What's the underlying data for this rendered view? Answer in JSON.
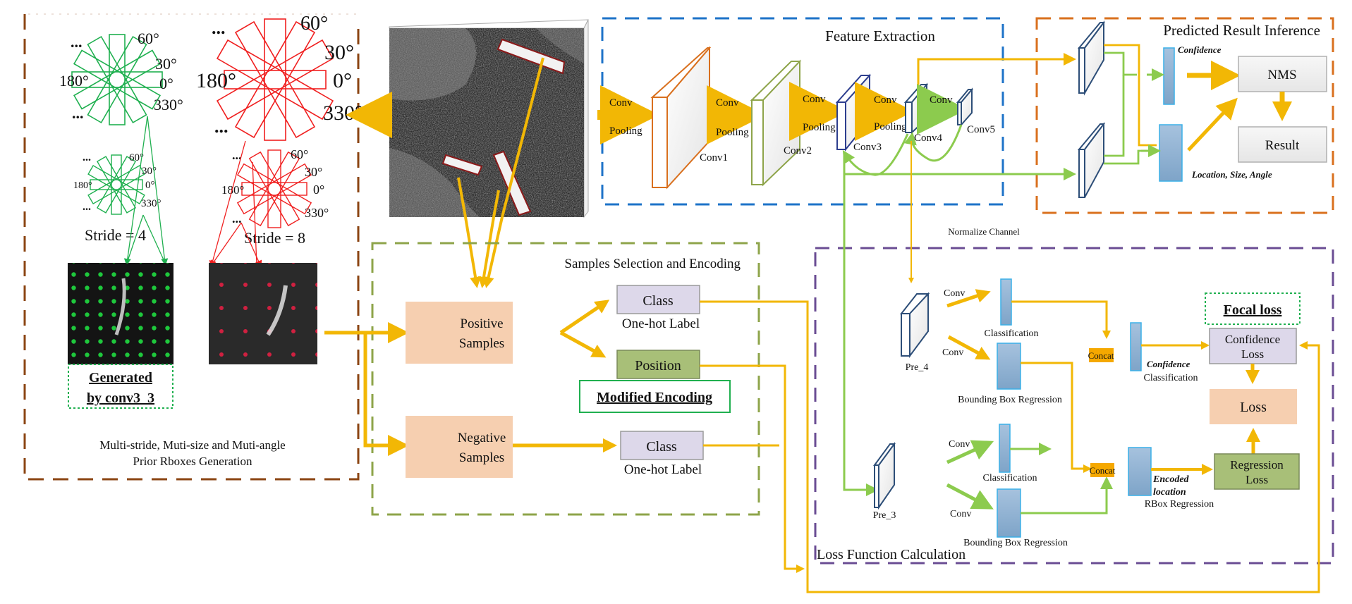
{
  "colors": {
    "arrow_yellow": "#F2B705",
    "arrow_green": "#8CCB4E",
    "prior_border": "#8B4513",
    "feature_border": "#1E73C8",
    "predicted_border": "#D9701E",
    "samples_border": "#8EA44A",
    "loss_border": "#6A4C93",
    "green_rbox": "#20B050",
    "red_rbox": "#F02020",
    "cyan_label": "#1AA8E8",
    "samples_fill": "#F6CFB0",
    "class_fill": "#DDD8EA",
    "position_fill": "#A8BF78",
    "concat_fill": "#F5A800",
    "concat_text": "#E8160C"
  },
  "prior": {
    "title_line1": "Multi-stride, Muti-size and Muti-angle",
    "title_line2": "Prior Rboxes Generation",
    "angle_60": "60°",
    "angle_30": "30°",
    "angle_0": "0°",
    "angle_330": "330°",
    "angle_180": "180°",
    "ellipsis": "...",
    "stride4": "Stride = 4",
    "stride8": "Stride = 8",
    "generated_line1": "Generated",
    "generated_line2": "by conv3_3"
  },
  "feature": {
    "title": "Feature Extraction",
    "conv": "Conv",
    "pooling": "Pooling",
    "layers": [
      "Conv1",
      "Conv2",
      "Conv3",
      "Conv4",
      "Conv5"
    ]
  },
  "predicted": {
    "title": "Predicted Result Inference",
    "confidence": "Confidence",
    "location": "Location, Size, Angle",
    "nms": "NMS",
    "result": "Result"
  },
  "normalize_label": "Normalize Channel",
  "samples": {
    "title": "Samples Selection and Encoding",
    "positive_line1": "Positive",
    "positive_line2": "Samples",
    "negative_line1": "Negative",
    "negative_line2": "Samples",
    "class": "Class",
    "onehot": "One-hot Label",
    "position": "Position",
    "modified_encoding": "Modified Encoding"
  },
  "loss": {
    "title": "Loss Function Calculation",
    "pre4": "Pre_4",
    "pre3": "Pre_3",
    "conv": "Conv",
    "classification": "Classification",
    "bbox_regression": "Bounding Box Regression",
    "concat": "Concat",
    "confidence": "Confidence",
    "encoded_line1": "Encoded",
    "encoded_line2": "location",
    "rbox_regression": "RBox Regression",
    "focal_loss": "Focal loss",
    "confidence_loss_line1": "Confidence",
    "confidence_loss_line2": "Loss",
    "loss": "Loss",
    "regression_loss_line1": "Regression",
    "regression_loss_line2": "Loss"
  }
}
